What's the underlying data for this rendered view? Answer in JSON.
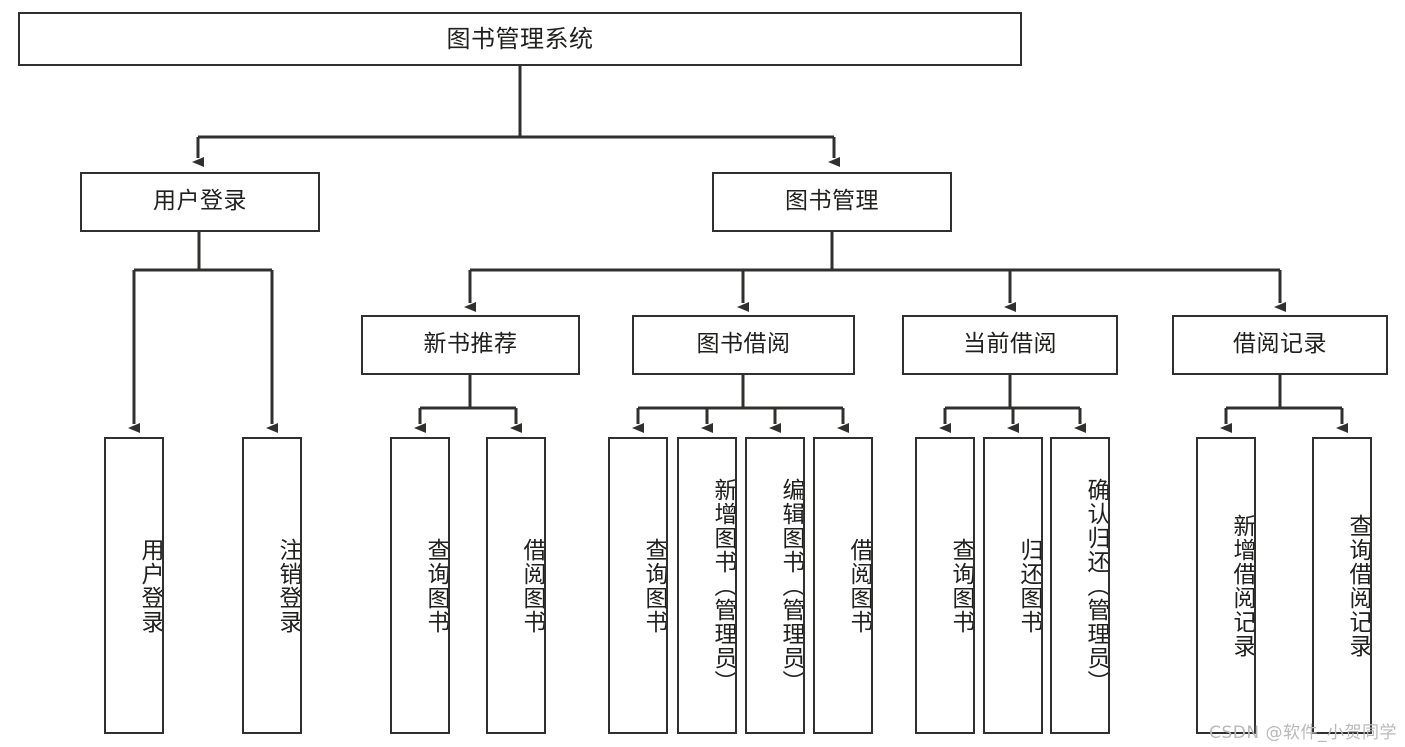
{
  "diagram": {
    "title": "图书管理系统",
    "type": "tree-hierarchy-diagram",
    "root": {
      "label": "图书管理系统"
    },
    "level2": [
      {
        "id": "user-login",
        "label": "用户登录"
      },
      {
        "id": "book-manage",
        "label": "图书管理"
      }
    ],
    "level3": [
      {
        "id": "new-book-recommend",
        "label": "新书推荐",
        "parent": "book-manage"
      },
      {
        "id": "book-borrow",
        "label": "图书借阅",
        "parent": "book-manage"
      },
      {
        "id": "current-borrow",
        "label": "当前借阅",
        "parent": "book-manage"
      },
      {
        "id": "borrow-record",
        "label": "借阅记录",
        "parent": "book-manage"
      }
    ],
    "leaves": [
      {
        "id": "leaf-user-login",
        "label": "用户登录",
        "parent": "user-login"
      },
      {
        "id": "leaf-user-logout",
        "label": "注销登录",
        "parent": "user-login"
      },
      {
        "id": "leaf-query-book-1",
        "label": "查询图书",
        "parent": "new-book-recommend"
      },
      {
        "id": "leaf-borrow-book-1",
        "label": "借阅图书",
        "parent": "new-book-recommend"
      },
      {
        "id": "leaf-query-book-2",
        "label": "查询图书",
        "parent": "book-borrow"
      },
      {
        "id": "leaf-add-book",
        "label": "新增图书（管理员）",
        "parent": "book-borrow"
      },
      {
        "id": "leaf-edit-book",
        "label": "编辑图书（管理员）",
        "parent": "book-borrow"
      },
      {
        "id": "leaf-borrow-book-2",
        "label": "借阅图书",
        "parent": "book-borrow"
      },
      {
        "id": "leaf-query-book-3",
        "label": "查询图书",
        "parent": "current-borrow"
      },
      {
        "id": "leaf-return-book",
        "label": "归还图书",
        "parent": "current-borrow"
      },
      {
        "id": "leaf-confirm-return",
        "label": "确认归还（管理员）",
        "parent": "current-borrow"
      },
      {
        "id": "leaf-add-record",
        "label": "新增借阅记录",
        "parent": "borrow-record"
      },
      {
        "id": "leaf-query-record",
        "label": "查询借阅记录",
        "parent": "borrow-record"
      }
    ],
    "watermark": "CSDN @软件_小贺同学",
    "colors": {
      "stroke": "#30302f",
      "background": "#ffffff",
      "text": "#20201f",
      "watermark": "#b9b9b9"
    }
  }
}
